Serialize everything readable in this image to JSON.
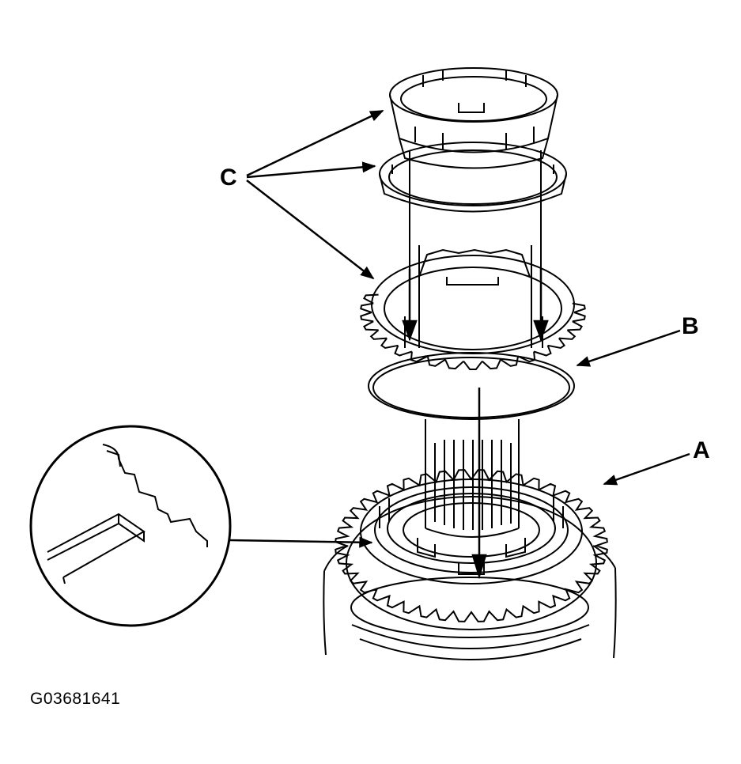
{
  "callouts": {
    "a": "A",
    "b": "B",
    "c": "C"
  },
  "figure_id": "G03681641",
  "colors": {
    "ink": "#000000",
    "paper": "#ffffff"
  }
}
